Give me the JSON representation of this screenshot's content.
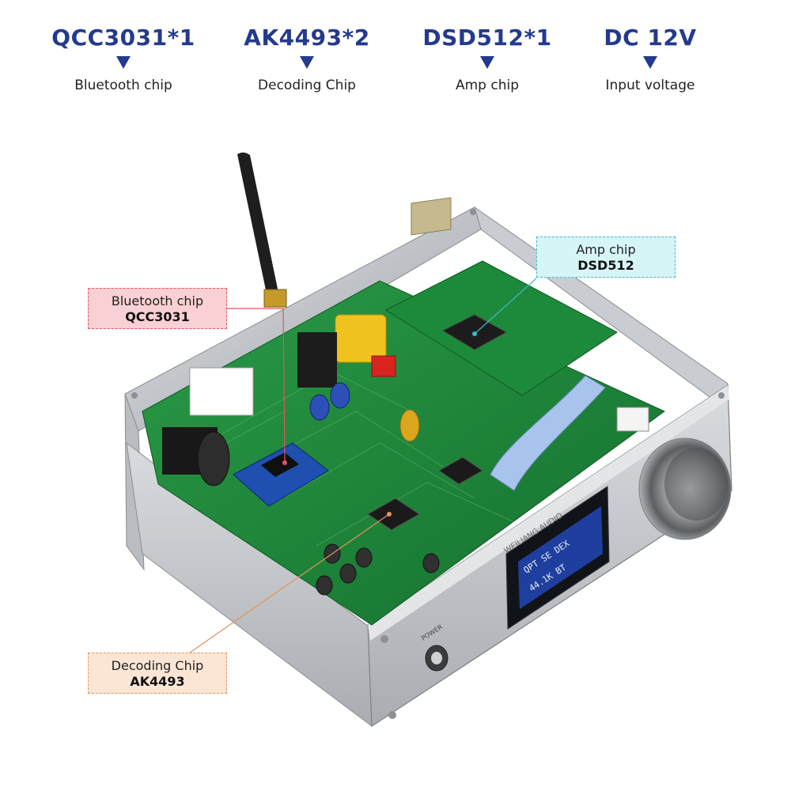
{
  "specs": [
    {
      "value": "QCC3031*1",
      "label": "Bluetooth chip"
    },
    {
      "value": "AK4493*2",
      "label": "Decoding Chip"
    },
    {
      "value": "DSD512*1",
      "label": "Amp chip"
    },
    {
      "value": "DC 12V",
      "label": "Input voltage"
    }
  ],
  "callouts": {
    "bluetooth": {
      "title": "Bluetooth chip",
      "chip": "QCC3031"
    },
    "amp": {
      "title": "Amp chip",
      "chip": "DSD512"
    },
    "decoding": {
      "title": "Decoding Chip",
      "chip": "AK4493"
    }
  },
  "device": {
    "front_brand": "WEILIANG AUDIO",
    "power_label": "POWER",
    "display_line1": "QPT  SE  DEX",
    "display_line2": "44.1K  BT"
  },
  "colors": {
    "spec_text": "#233a8e",
    "pcb": "#1f8a3c",
    "chassis": "#c8ccd0",
    "bluetooth_callout": "#f9d0d3",
    "amp_callout": "#d6f5f7",
    "decoding_callout": "#fbe6d6"
  }
}
